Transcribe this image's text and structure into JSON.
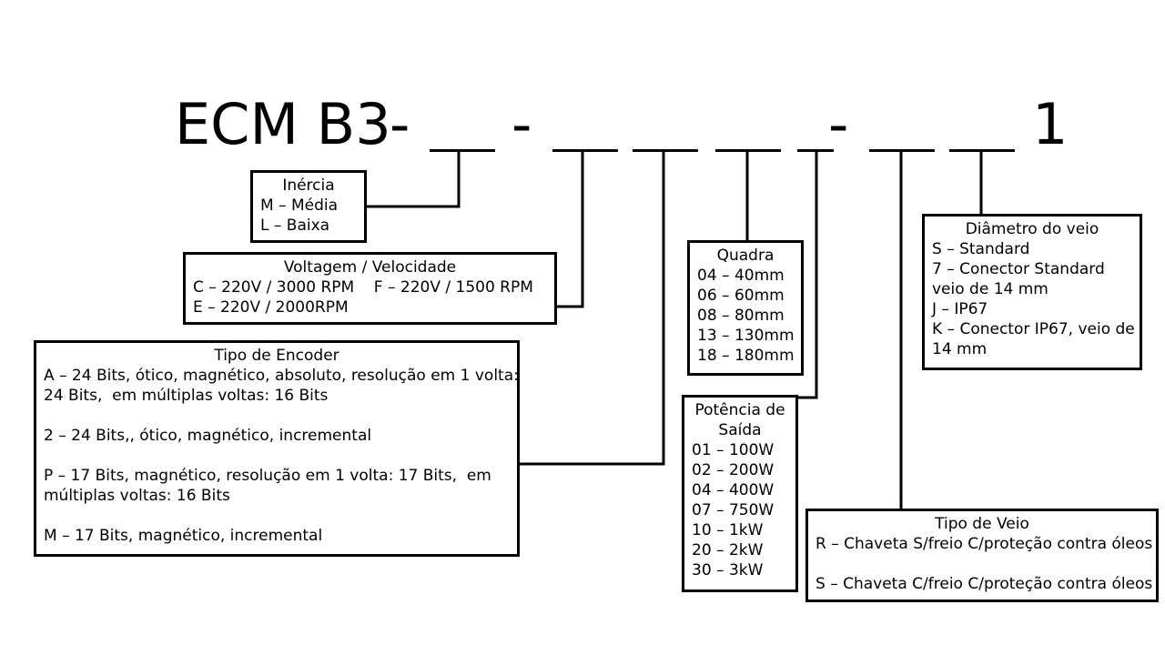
{
  "code": {
    "prefix": "ECM B3",
    "sep1": "-",
    "sep2": "-",
    "sep3": "-",
    "suffix": "1"
  },
  "boxes": {
    "inercia": {
      "title": "Inércia",
      "lines": [
        "M – Média",
        "L – Baixa"
      ]
    },
    "voltagem": {
      "title": "Voltagem / Velocidade",
      "lines": [
        "C – 220V / 3000 RPM    F – 220V / 1500 RPM",
        "E – 220V / 2000RPM"
      ]
    },
    "encoder": {
      "title": "Tipo de Encoder",
      "items": [
        [
          "A – 24 Bits, ótico, magnético, absoluto, resolução em 1 volta:",
          "24 Bits,  em múltiplas voltas: 16 Bits"
        ],
        [
          "2 – 24 Bits,, ótico, magnético, incremental"
        ],
        [
          "P – 17 Bits, magnético, resolução em 1 volta: 17 Bits,  em",
          "múltiplas voltas: 16 Bits"
        ],
        [
          "M – 17 Bits, magnético, incremental"
        ]
      ]
    },
    "quadra": {
      "title": "Quadra",
      "lines": [
        "04 – 40mm",
        "06 – 60mm",
        "08 – 80mm",
        "13 – 130mm",
        "18 – 180mm"
      ]
    },
    "potencia": {
      "title_line1": "Potência de",
      "title_line2": "Saída",
      "lines": [
        "01 – 100W",
        "02 – 200W",
        "04 – 400W",
        "07 – 750W",
        "10 – 1kW",
        "20 – 2kW",
        "30 – 3kW"
      ]
    },
    "veio_tipo": {
      "title": "Tipo de Veio",
      "lines": [
        "R – Chaveta S/freio C/proteção contra óleos",
        "S – Chaveta C/freio C/proteção contra óleos"
      ]
    },
    "diametro": {
      "title": "Diâmetro do veio",
      "lines": [
        "S – Standard",
        "7 – Conector Standard",
        "veio de 14 mm",
        "J – IP67",
        "K – Conector IP67, veio de",
        "14 mm"
      ]
    }
  }
}
